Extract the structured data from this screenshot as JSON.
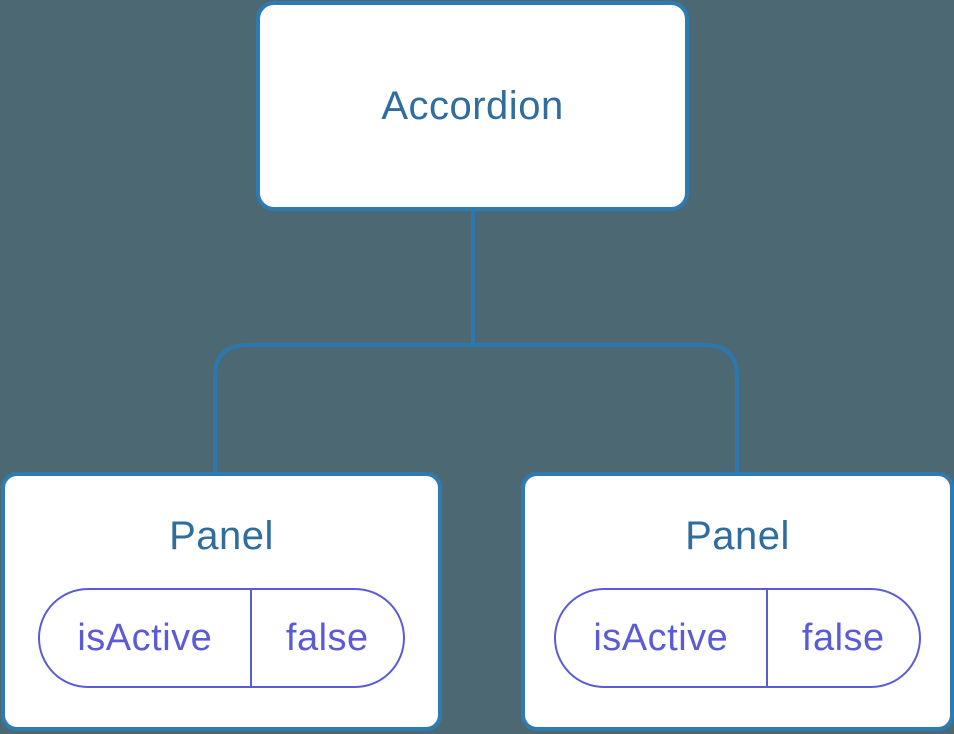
{
  "diagram": {
    "type": "component-tree",
    "root": {
      "label": "Accordion"
    },
    "panels": [
      {
        "label": "Panel",
        "prop": {
          "name": "isActive",
          "value": "false"
        }
      },
      {
        "label": "Panel",
        "prop": {
          "name": "isActive",
          "value": "false"
        }
      }
    ],
    "colors": {
      "background": "#4C6973",
      "connector": "#2C78AE",
      "node_border": "#2E7BB1",
      "node_fill": "#FFFFFF",
      "node_text": "#2E6D9E",
      "prop_accent": "#5B5BD8"
    }
  }
}
